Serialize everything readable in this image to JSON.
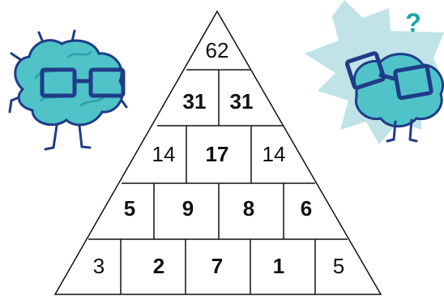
{
  "puzzle": {
    "rows": [
      [
        {
          "value": "62",
          "bold": false
        }
      ],
      [
        {
          "value": "31",
          "bold": true
        },
        {
          "value": "31",
          "bold": true
        }
      ],
      [
        {
          "value": "14",
          "bold": false
        },
        {
          "value": "17",
          "bold": true
        },
        {
          "value": "14",
          "bold": false
        }
      ],
      [
        {
          "value": "5",
          "bold": true
        },
        {
          "value": "9",
          "bold": true
        },
        {
          "value": "8",
          "bold": true
        },
        {
          "value": "6",
          "bold": true
        }
      ],
      [
        {
          "value": "3",
          "bold": false
        },
        {
          "value": "2",
          "bold": true
        },
        {
          "value": "7",
          "bold": true
        },
        {
          "value": "1",
          "bold": true
        },
        {
          "value": "5",
          "bold": false
        }
      ]
    ]
  },
  "mascots": {
    "left": {
      "icon": "brain-with-glasses-icon",
      "color": "#4fc3c8",
      "outline": "#1f3c88"
    },
    "right": {
      "icon": "thinking-brain-icon",
      "question_mark": "?",
      "burst_color": "#bfe3e6",
      "accent": "#1aa7ad"
    }
  }
}
